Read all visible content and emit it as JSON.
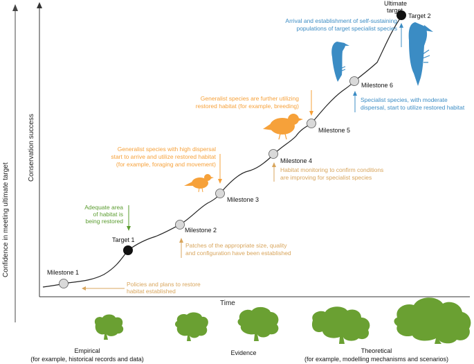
{
  "axes": {
    "outer_y_label": "Confidence in meeting ultimate target",
    "y_label": "Conservation success",
    "x_label": "Time"
  },
  "points": {
    "m1": "Milestone 1",
    "t1": "Target 1",
    "m2": "Milestone 2",
    "m3": "Milestone 3",
    "m4": "Milestone 4",
    "m5": "Milestone 5",
    "m6": "Milestone 6",
    "t2": "Target 2",
    "ultimate": [
      "Ultimate",
      "target"
    ]
  },
  "annotations": {
    "policies": [
      "Policies and plans to restore",
      "habitat established"
    ],
    "adequate": [
      "Adequate area",
      "of habitat is",
      "being restored"
    ],
    "patches": [
      "Patches of the appropriate size, quality",
      "and configuration have been established"
    ],
    "generalist_high": [
      "Generalist species with high dispersal",
      "start to arrive and utilize restored habitat",
      "(for example, foraging and movement)"
    ],
    "monitoring": [
      "Habitat monitoring to confirm conditions",
      "are improving for specialist species"
    ],
    "generalist_further": [
      "Generalist species are further utilizing",
      "restored habitat (for example, breeding)"
    ],
    "specialist": [
      "Specialist species, with moderate",
      "dispersal, start to utilize restored habitat"
    ],
    "arrival": [
      "Arrival and establishment of self-sustaining",
      "populations of target specialist species"
    ]
  },
  "evidence": {
    "left_title": "Empirical",
    "left_sub": "(for example, historical records and data)",
    "mid": "Evidence",
    "right_title": "Theoretical",
    "right_sub": "(for example, modelling mechanisms and scenarios)"
  },
  "colors": {
    "orange": "#f6a13a",
    "tan": "#d8a55c",
    "green": "#5a9c2f",
    "blue": "#3b8cc4",
    "tree": "#6aa032",
    "milestone_fill": "#d9d9d9",
    "target_fill": "#111111"
  },
  "icons": [
    "bird-icon",
    "woodpecker-icon",
    "tree-icon"
  ]
}
